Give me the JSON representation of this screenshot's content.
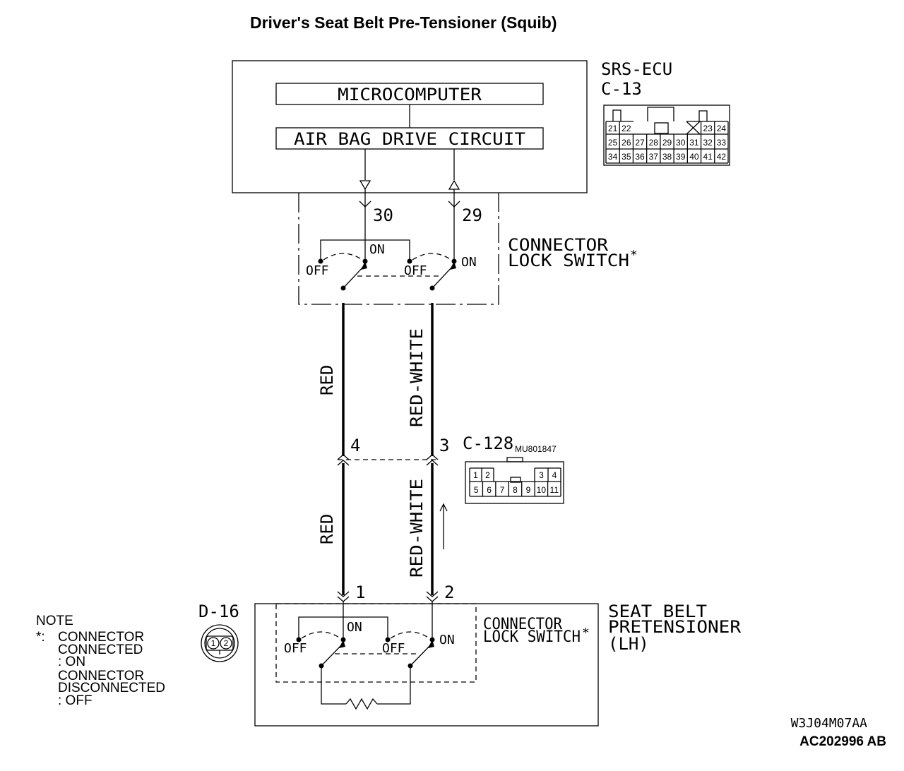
{
  "title": "Driver's Seat Belt Pre-Tensioner (Squib)",
  "ecu": {
    "name": "SRS-ECU",
    "connector": "C-13",
    "microcomputer": "MICROCOMPUTER",
    "drive_circuit": "AIR BAG DRIVE CIRCUIT",
    "pins_top": [
      "21",
      "22",
      "",
      "",
      "",
      "",
      "",
      "23",
      "24"
    ],
    "pins_mid": [
      "25",
      "26",
      "27",
      "28",
      "29",
      "30",
      "31",
      "32",
      "33"
    ],
    "pins_bot": [
      "34",
      "35",
      "36",
      "37",
      "38",
      "39",
      "40",
      "41",
      "42"
    ]
  },
  "upper_switch": {
    "pin_left": "30",
    "pin_right": "29",
    "label_line1": "CONNECTOR",
    "label_line2": "LOCK SWITCH",
    "asterisk": "*",
    "on": "ON",
    "off": "OFF"
  },
  "wires": {
    "left_upper": "RED",
    "right_upper": "RED-WHITE",
    "left_lower": "RED",
    "right_lower": "RED-WHITE"
  },
  "intermediate_connector": {
    "name": "C-128",
    "part_no": "MU801847",
    "pin_left": "4",
    "pin_right": "3",
    "pins_row1": [
      "1",
      "2",
      "3",
      "4"
    ],
    "pins_row2": [
      "5",
      "6",
      "7",
      "8",
      "9",
      "10",
      "11"
    ]
  },
  "pretensioner": {
    "connector": "D-16",
    "name_line1": "SEAT BELT",
    "name_line2": "PRETENSIONER",
    "name_line3": "(LH)",
    "pin_left": "1",
    "pin_right": "2",
    "switch_label_line1": "CONNECTOR",
    "switch_label_line2": "LOCK SWITCH",
    "asterisk": "*",
    "on": "ON",
    "off": "OFF",
    "pins": [
      "1",
      "2"
    ]
  },
  "note": {
    "heading": "NOTE",
    "prefix": "*:",
    "line1": "CONNECTOR",
    "line2": "CONNECTED",
    "line3": ": ON",
    "line4": "CONNECTOR",
    "line5": "DISCONNECTED",
    "line6": ": OFF"
  },
  "codes": {
    "drawing": "W3J04M07AA",
    "figure": "AC202996 AB"
  }
}
